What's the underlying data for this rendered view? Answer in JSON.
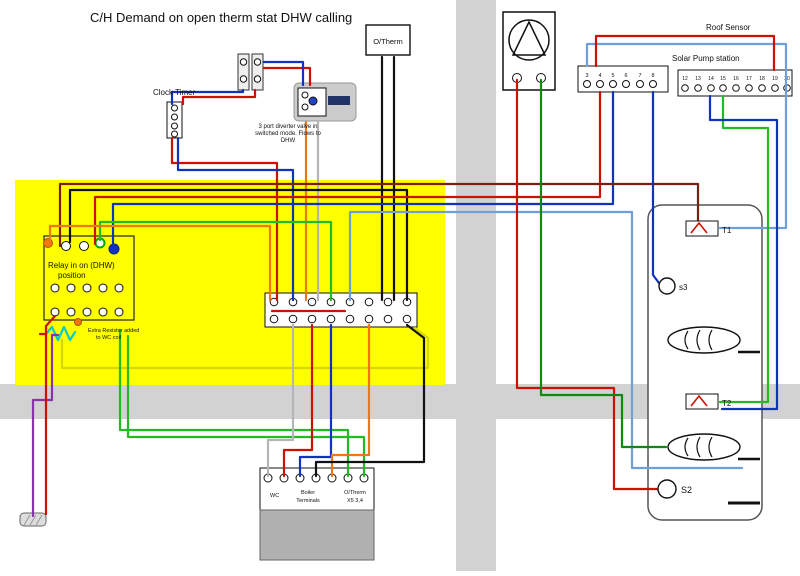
{
  "title": "C/H Demand on open therm stat  DHW calling",
  "components": {
    "clock_timer": {
      "label": "Clock Timer"
    },
    "otherm_box": {
      "label": "O/Therm"
    },
    "diverter_valve": {
      "note1": "3 port diverter valve in",
      "note2": "switched mode. Flows to",
      "note3": "DHW"
    },
    "relay": {
      "note1": "Relay in on (DHW)",
      "note2": "position"
    },
    "resistor": {
      "note1": "Extra Resistor added",
      "note2": "to WC coil"
    },
    "roof_sensor": {
      "label": "Roof Sensor"
    },
    "solar_station": {
      "label": "Solar Pump station",
      "terminals": [
        "12",
        "13",
        "14",
        "15",
        "16",
        "17",
        "18",
        "19",
        "20"
      ]
    },
    "controller_strip": {
      "terminals": [
        "3",
        "4",
        "5",
        "6",
        "7",
        "8"
      ]
    },
    "boiler": {
      "wc": "WC",
      "name1": "Boiler",
      "name2": "Terminals",
      "otherm1": "O/Therm",
      "otherm2": "X5 3,4"
    },
    "cylinder": {
      "t1": "T1",
      "s3": "s3",
      "t2": "T2",
      "s2": "S2"
    }
  },
  "colors": {
    "highlight_panel": "#ffff00",
    "background_band": "#d2d2d2",
    "wire_red": "#cc1100",
    "wire_dark_red": "#7a2010",
    "wire_blue": "#1133bb",
    "wire_light_blue": "#6f9fd8",
    "wire_green": "#22bb22",
    "wire_dark_green": "#0f8a0f",
    "wire_orange": "#ee7711",
    "wire_purple": "#8833aa",
    "wire_yellow": "#d6d600",
    "wire_gray": "#b5b5b5",
    "wire_black": "#111111"
  }
}
